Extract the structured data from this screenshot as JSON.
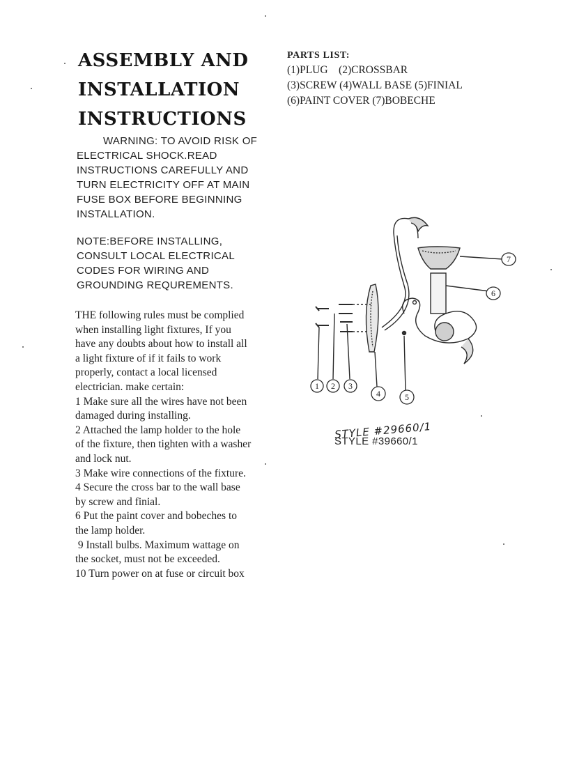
{
  "title": {
    "line1": "ASSEMBLY AND",
    "line2": "INSTALLATION",
    "line3": "INSTRUCTIONS"
  },
  "warning": [
    "WARNING: TO AVOID RISK OF",
    "ELECTRICAL SHOCK.READ",
    "INSTRUCTIONS CAREFULLY AND",
    "TURN ELECTRICITY OFF AT MAIN",
    "FUSE BOX BEFORE BEGINNING",
    "INSTALLATION."
  ],
  "note": [
    "NOTE:BEFORE INSTALLING,",
    "CONSULT LOCAL ELECTRICAL",
    "CODES FOR WIRING AND",
    "GROUNDING REQUREMENTS."
  ],
  "rules": [
    "THE following rules must be complied",
    "when installing light fixtures, If you",
    "have any doubts about how to install all",
    "a light fixture of if it fails to work",
    "properly, contact a local licensed",
    "electrician. make certain:",
    "1 Make sure all the wires have not been",
    "damaged during installing.",
    "2 Attached the lamp holder to the hole",
    "of the fixture, then tighten with a washer",
    "and lock nut.",
    "3 Make wire connections of the fixture.",
    "4 Secure the cross bar to the wall base",
    "by screw and finial.",
    "6 Put the paint cover and bobeches to",
    "the lamp holder.",
    " 9 Install bulbs. Maximum wattage on",
    "the socket, must not be exceeded.",
    "10 Turn power on at fuse or circuit box"
  ],
  "parts_list": {
    "title": "PARTS LIST:",
    "lines": [
      "(1)PLUG    (2)CROSSBAR",
      "(3)SCREW (4)WALL BASE (5)FINIAL",
      "(6)PAINT COVER (7)BOBECHE"
    ]
  },
  "diagram": {
    "callouts": [
      "1",
      "2",
      "3",
      "4",
      "5",
      "6",
      "7"
    ]
  },
  "style": {
    "handwritten": "STYLE #29660/1",
    "printed": "STYLE #39660/1"
  }
}
